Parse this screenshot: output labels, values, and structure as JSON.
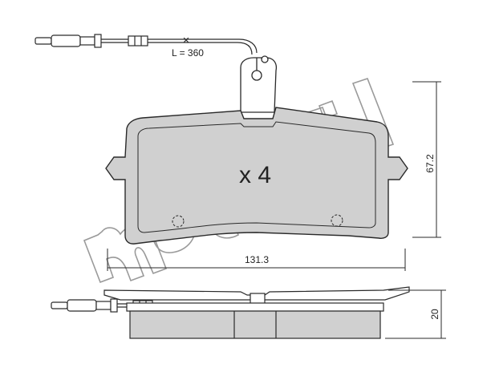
{
  "wire_length_label": "L = 360",
  "quantity_label": "x 4",
  "width_dimension": "131.3",
  "height_dimension": "67.2",
  "thickness_dimension": "20",
  "watermark_text": "metelli",
  "colors": {
    "pad_fill": "#d0d0d0",
    "line": "#2a2a2a",
    "watermark": "#9a9a9a",
    "background": "#ffffff"
  }
}
